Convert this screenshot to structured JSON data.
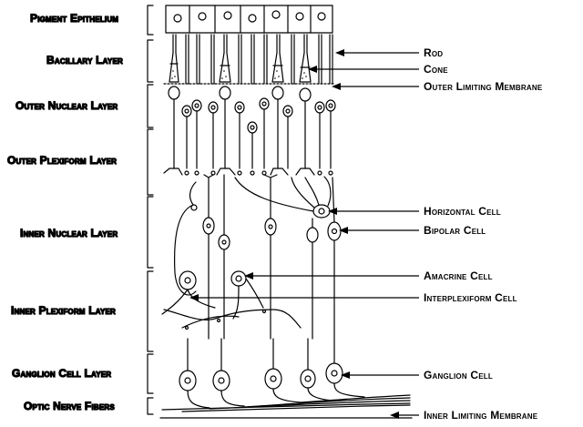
{
  "layers": [
    "Pigment Epithelium",
    "Bacillary Layer",
    "Outer Nuclear Layer",
    "Outer Plexiform Layer",
    "Inner Nuclear Layer",
    "Inner Plexiform Layer",
    "Ganglion Cell Layer",
    "Optic Nerve Fibers"
  ],
  "cells": [
    "Rod",
    "Cone",
    "Outer Limiting Membrane",
    "Horizontal Cell",
    "Bipolar Cell",
    "Amacrine Cell",
    "Interplexiform Cell",
    "Ganglion Cell",
    "Inner Limiting Membrane"
  ]
}
